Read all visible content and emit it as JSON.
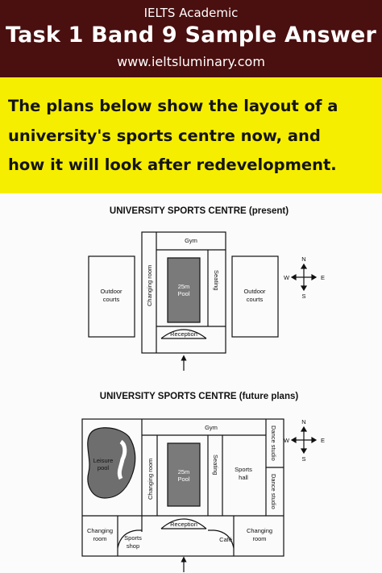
{
  "header": {
    "subtitle": "IELTS Academic",
    "title": "Task 1 Band 9 Sample Answer",
    "url": "www.ieltsluminary.com"
  },
  "prompt": {
    "line1": "The plans below show the layout of a",
    "line2": "university's sports centre now, and",
    "line3": "how it will look after redevelopment."
  },
  "present": {
    "title": "UNIVERSITY SPORTS CENTRE (present)",
    "gym": "Gym",
    "changing_room": "Changing room",
    "pool_1": "25m",
    "pool_2": "Pool",
    "seating": "Seating",
    "reception": "Reception",
    "outdoor_left_1": "Outdoor",
    "outdoor_left_2": "courts",
    "outdoor_right_1": "Outdoor",
    "outdoor_right_2": "courts"
  },
  "future": {
    "title": "UNIVERSITY SPORTS CENTRE (future plans)",
    "gym": "Gym",
    "changing_room": "Changing room",
    "pool_1": "25m",
    "pool_2": "Pool",
    "seating": "Seating",
    "sports_hall_1": "Sports",
    "sports_hall_2": "hall",
    "dance_studio_top": "Dance studio",
    "dance_studio_bottom": "Dance studio",
    "leisure_pool_1": "Leisure",
    "leisure_pool_2": "pool",
    "reception": "Reception",
    "changing_bottom_left_1": "Changing",
    "changing_bottom_left_2": "room",
    "sports_shop_1": "Sports",
    "sports_shop_2": "shop",
    "cafe": "Café",
    "changing_bottom_right_1": "Changing",
    "changing_bottom_right_2": "room"
  },
  "compass": {
    "n": "N",
    "s": "S",
    "e": "E",
    "w": "W"
  },
  "colors": {
    "header_bg": "#4a0f0f",
    "prompt_bg": "#f6ee00",
    "pool_fill": "#7a7a7a",
    "leisure_fill": "#6e6e6e"
  }
}
